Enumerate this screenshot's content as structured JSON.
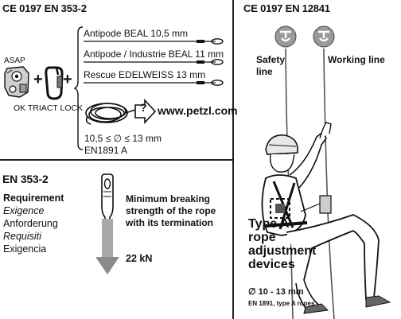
{
  "left_top": {
    "header": "CE 0197 EN 353-2",
    "asap_label": "ASAP",
    "ok_label": "OK TRIACT LOCK",
    "plus": "+",
    "ropes": [
      "Antipode BEAL 10,5 mm",
      "Antipode / Industrie BEAL 11 mm",
      "Rescue EDELWEISS  13 mm"
    ],
    "question": "?",
    "website": "www.petzl.com",
    "diameter_range": "10,5 ≤ ∅ ≤ 13 mm",
    "standard": "EN1891 A"
  },
  "left_bottom": {
    "header": "EN 353-2",
    "requirement_bold": "Requirement",
    "translations": [
      "Exigence",
      "Anforderung",
      "Requisiti",
      "Exigencia"
    ],
    "strength_text": "Minimum breaking strength of the rope with its termination",
    "value": "22 kN"
  },
  "right": {
    "header": "CE 0197  EN 12841",
    "safety_line": "Safety line",
    "working_line": "Working line",
    "type_a": "Type A rope adjustment devices",
    "diameter": "∅ 10 - 13 mm",
    "standard_note": "EN 1891, type A ropes"
  }
}
